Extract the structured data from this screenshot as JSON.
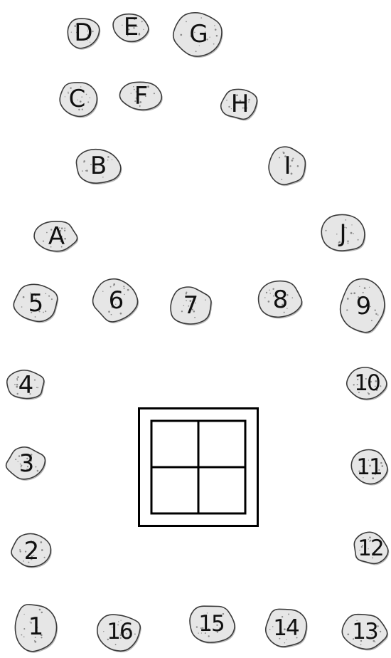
{
  "stones": [
    {
      "id": "D",
      "label": "D"
    },
    {
      "id": "E",
      "label": "E"
    },
    {
      "id": "G",
      "label": "G"
    },
    {
      "id": "C",
      "label": "C"
    },
    {
      "id": "F",
      "label": "F"
    },
    {
      "id": "H",
      "label": "H"
    },
    {
      "id": "B",
      "label": "B"
    },
    {
      "id": "I",
      "label": "I"
    },
    {
      "id": "A",
      "label": "A"
    },
    {
      "id": "J",
      "label": "J"
    },
    {
      "id": "5",
      "label": "5"
    },
    {
      "id": "6",
      "label": "6"
    },
    {
      "id": "7",
      "label": "7"
    },
    {
      "id": "8",
      "label": "8"
    },
    {
      "id": "9",
      "label": "9"
    },
    {
      "id": "4",
      "label": "4"
    },
    {
      "id": "10",
      "label": "10"
    },
    {
      "id": "3",
      "label": "3"
    },
    {
      "id": "11",
      "label": "11"
    },
    {
      "id": "2",
      "label": "2"
    },
    {
      "id": "12",
      "label": "12"
    },
    {
      "id": "1",
      "label": "1"
    },
    {
      "id": "16",
      "label": "16"
    },
    {
      "id": "15",
      "label": "15"
    },
    {
      "id": "14",
      "label": "14"
    },
    {
      "id": "13",
      "label": "13"
    }
  ],
  "colors": {
    "stone_fill": "#e6e6e6",
    "stone_outline": "#3a3a3a",
    "speckle": "#8a8a8a",
    "window_stroke": "#000000"
  }
}
